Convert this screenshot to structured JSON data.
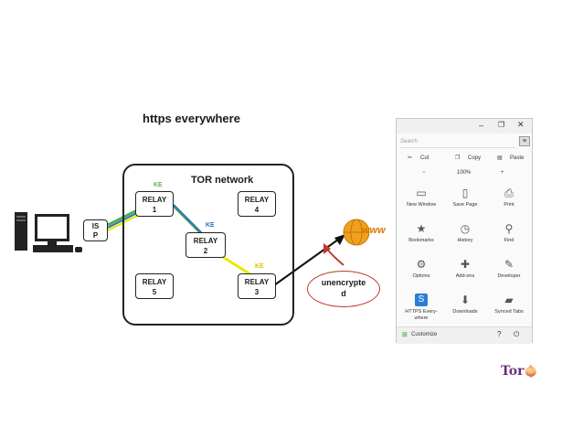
{
  "slide": {
    "title": "https everywhere"
  },
  "network": {
    "label": "TOR network",
    "isp": "IS\nP",
    "relays": [
      {
        "id": "relay-1",
        "label": "RELAY\n1"
      },
      {
        "id": "relay-4",
        "label": "RELAY\n4"
      },
      {
        "id": "relay-2",
        "label": "RELAY\n2"
      },
      {
        "id": "relay-5",
        "label": "RELAY\n5"
      },
      {
        "id": "relay-3",
        "label": "RELAY\n3"
      }
    ],
    "keys": [
      {
        "label": "KE",
        "color": "#5fb043"
      },
      {
        "label": "KE",
        "color": "#2f74b5"
      },
      {
        "label": "KE",
        "color": "#d4c400"
      }
    ],
    "callout": "unencrypte\nd",
    "colors": {
      "green": "#4caf50",
      "blue": "#2f74b5",
      "yellow": "#e8e800",
      "arrow": "#c0392b"
    }
  },
  "web_icon_text": "www",
  "firefox_menu": {
    "search_placeholder": "Search",
    "edit_row": {
      "cut": "Cut",
      "copy": "Copy",
      "paste": "Paste"
    },
    "zoom_row": {
      "minus": "−",
      "zoom": "100%",
      "plus": "+"
    },
    "items": [
      {
        "label": "New Window",
        "icon": "window-icon",
        "glyph": "▭"
      },
      {
        "label": "Save Page",
        "icon": "page-icon",
        "glyph": "▯"
      },
      {
        "label": "Print",
        "icon": "printer-icon",
        "glyph": "⎙"
      },
      {
        "label": "Bookmarks",
        "icon": "star-icon",
        "glyph": "★"
      },
      {
        "label": "History",
        "icon": "clock-icon",
        "glyph": "◷"
      },
      {
        "label": "Find",
        "icon": "magnifier-icon",
        "glyph": "⚲"
      },
      {
        "label": "Options",
        "icon": "gear-icon",
        "glyph": "⚙"
      },
      {
        "label": "Add-ons",
        "icon": "puzzle-icon",
        "glyph": "✚"
      },
      {
        "label": "Developer",
        "icon": "wrench-icon",
        "glyph": "✎"
      },
      {
        "label": "HTTPS Every-\nwhere",
        "icon": "https-everywhere-icon",
        "glyph": "S"
      },
      {
        "label": "Downloads",
        "icon": "download-icon",
        "glyph": "⬇"
      },
      {
        "label": "Synced Tabs",
        "icon": "synced-tabs-icon",
        "glyph": "▰"
      }
    ],
    "footer": {
      "customize": "Customize"
    }
  },
  "tor_logo": "Tor"
}
